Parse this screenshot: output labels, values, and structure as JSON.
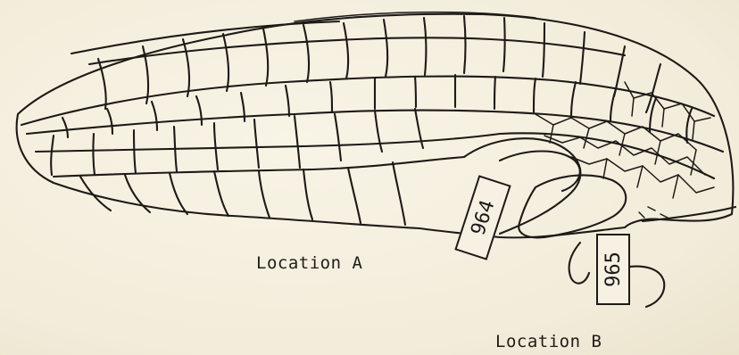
{
  "labels": {
    "location_a": "Location A",
    "location_b": "Location B"
  },
  "tags": {
    "tag_a": "964",
    "tag_b": "965"
  },
  "colors": {
    "paper": "#f4efdf",
    "ink": "#1d1a17"
  }
}
